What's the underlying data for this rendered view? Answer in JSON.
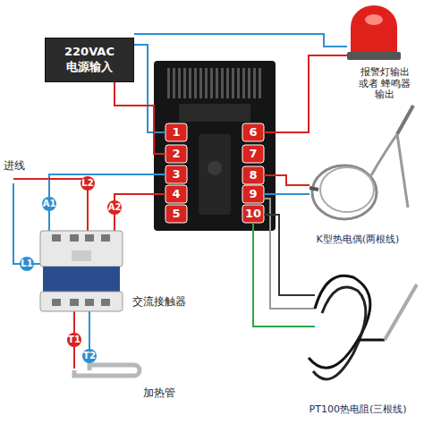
{
  "diagram": {
    "nodes": [
      {
        "text": [
          "220VAC 电源输入"
        ]
      }
    ],
    "labels": [
      "进线",
      "A1",
      "L2",
      "A2",
      "L1",
      "T1",
      "T2",
      "交流接触器",
      "加热管",
      "1",
      "2",
      "3",
      "4",
      "5",
      "6",
      "7",
      "8",
      "9",
      "10",
      "报警灯输出 或者 蜂鸣器输出",
      "K型热电偶(两根线)",
      "PT100热电阻(三根线)"
    ]
  }
}
